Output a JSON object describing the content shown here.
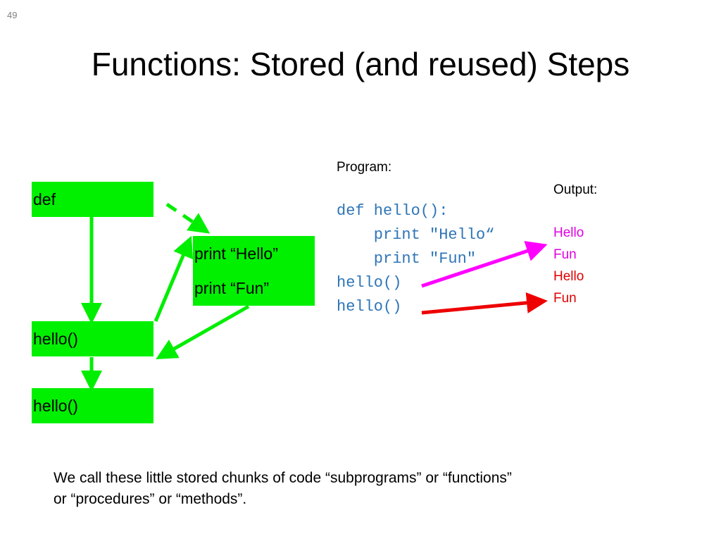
{
  "slide_number": "49",
  "title": "Functions: Stored (and reused) Steps",
  "flow": {
    "def_box": "def",
    "body_line1": "print “Hello”",
    "body_line2": "print “Fun”",
    "call1_box": "hello()",
    "call2_box": "hello()"
  },
  "program": {
    "label": "Program:",
    "lines": [
      "def hello():",
      "    print \"Hello“",
      "    print \"Fun\"",
      "hello()",
      "hello()"
    ]
  },
  "output": {
    "label": "Output:",
    "lines": [
      "Hello",
      "Fun",
      "Hello",
      "Fun"
    ]
  },
  "caption": {
    "line1": "We call these little stored chunks of code “subprograms” or “functions”",
    "line2": "or “procedures” or “methods”."
  },
  "colors": {
    "box_green": "#00f000",
    "arrow_green": "#00ee00",
    "arrow_magenta": "#ff00ff",
    "arrow_red": "#ee0000",
    "code_blue": "#2e75b6"
  }
}
